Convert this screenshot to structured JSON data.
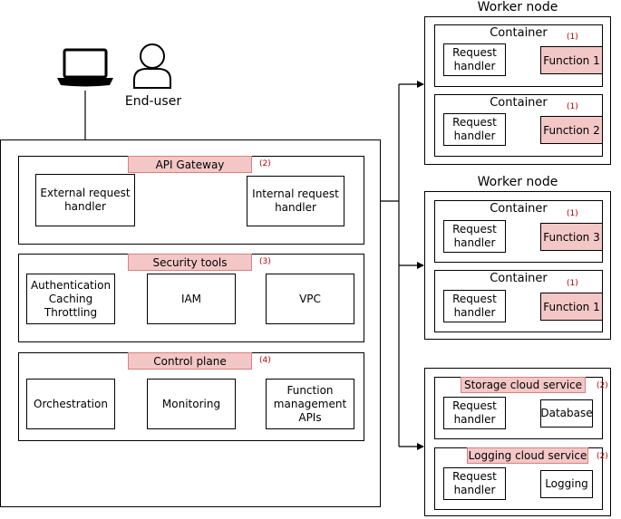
{
  "end_user": {
    "label": "End-user"
  },
  "platform": {
    "api_gateway": {
      "title": "API Gateway",
      "ref": "(2)",
      "external_handler": "External request\nhandler",
      "internal_handler": "Internal request\nhandler"
    },
    "security_tools": {
      "title": "Security tools",
      "ref": "(3)",
      "auth": "Authentication\nCaching\nThrottling",
      "iam": "IAM",
      "vpc": "VPC"
    },
    "control_plane": {
      "title": "Control plane",
      "ref": "(4)",
      "orchestration": "Orchestration",
      "monitoring": "Monitoring",
      "function_mgmt": "Function\nmanagement\nAPIs"
    }
  },
  "worker_nodes": [
    {
      "title": "Worker node",
      "containers": [
        {
          "title": "Container",
          "ref": "(1)",
          "handler": "Request\nhandler",
          "function": "Function 1"
        },
        {
          "title": "Container",
          "ref": "(1)",
          "handler": "Request\nhandler",
          "function": "Function 2"
        }
      ]
    },
    {
      "title": "Worker node",
      "containers": [
        {
          "title": "Container",
          "ref": "(1)",
          "handler": "Request\nhandler",
          "function": "Function 3"
        },
        {
          "title": "Container",
          "ref": "(1)",
          "handler": "Request\nhandler",
          "function": "Function 1"
        }
      ]
    }
  ],
  "cloud_services": [
    {
      "title": "Storage cloud service",
      "ref": "(2)",
      "handler": "Request\nhandler",
      "target": "Database"
    },
    {
      "title": "Logging cloud service",
      "ref": "(2)",
      "handler": "Request\nhandler",
      "target": "Logging"
    }
  ]
}
